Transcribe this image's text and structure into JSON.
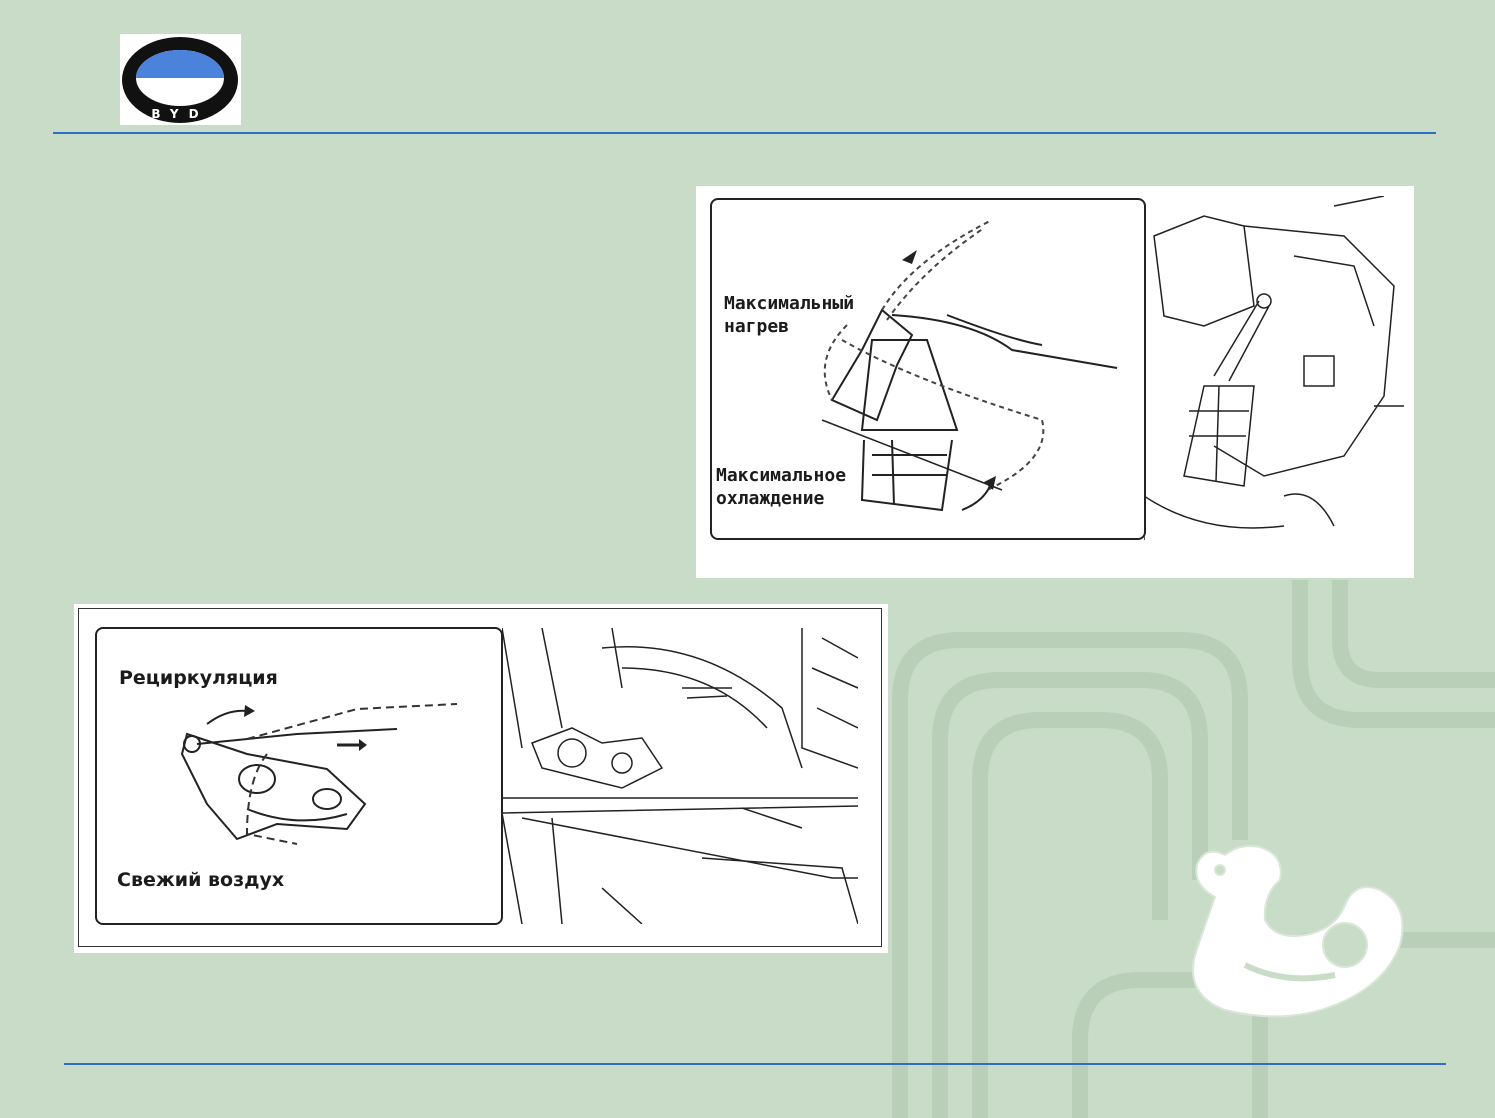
{
  "header": {
    "logo": {
      "text": "BYD",
      "colors": {
        "upper": "#4a82dc",
        "lower": "#ffffff",
        "ring": "#111111"
      }
    }
  },
  "figures": {
    "damper_temperature": {
      "label_max_heat_line1": "Максимальный",
      "label_max_heat_line2": "нагрев",
      "label_max_cool_line1": "Максимальное",
      "label_max_cool_line2": "охлаждение"
    },
    "damper_air_intake": {
      "label_recirculation": "Рециркуляция",
      "label_fresh_air": "Свежий воздух"
    }
  },
  "decoration": {
    "dragon_icon": "dragon-jade-icon",
    "accent_color": "#2d6fc4",
    "background_color": "#c9dcc8"
  }
}
